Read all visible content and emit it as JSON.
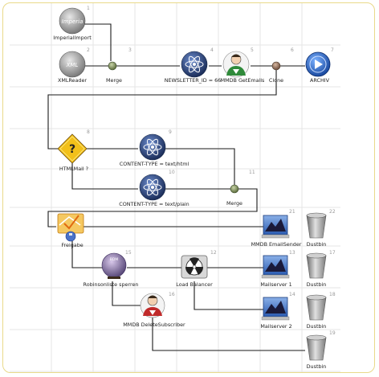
{
  "colors": {
    "frame_border": "#e9d98a",
    "grid": "#e6e6e6",
    "wire": "#1a1a1a",
    "merge_dot": "#8a9a6a",
    "atom_blue": "#3a5a9a",
    "warning_yellow": "#f2c01a",
    "mail_blue": "#3a6acb",
    "bin_gray": "#9a9a9a"
  },
  "nodes": [
    {
      "id": "imperial-import",
      "number": "1",
      "label": "ImperialImport",
      "icon": "imperia-icon",
      "text": "Imperia"
    },
    {
      "id": "xml-reader",
      "number": "2",
      "label": "XMLReader",
      "icon": "xml-icon",
      "text": "XML"
    },
    {
      "id": "merge-1",
      "number": "3",
      "label": "Merge",
      "icon": "merge-dot-icon"
    },
    {
      "id": "newsletter-filter",
      "number": "4",
      "label": "NEWSLETTER_ID = 66",
      "icon": "atom-icon"
    },
    {
      "id": "mmdb-getemails",
      "number": "5",
      "label": "MMDB GetEmails",
      "icon": "mmdb-person-icon"
    },
    {
      "id": "clone",
      "number": "6",
      "label": "Clone",
      "icon": "clone-dot-icon"
    },
    {
      "id": "archiv",
      "number": "7",
      "label": "ARCHIV",
      "icon": "archive-play-icon"
    },
    {
      "id": "html-mail",
      "number": "8",
      "label": "HTMLMail ?",
      "icon": "warning-question-icon",
      "text": "?"
    },
    {
      "id": "content-type-html",
      "number": "9",
      "label": "CONTENT-TYPE = text/html",
      "icon": "atom-icon"
    },
    {
      "id": "content-type-plain",
      "number": "10",
      "label": "CONTENT-TYPE = text/plain",
      "icon": "atom-icon"
    },
    {
      "id": "merge-2",
      "number": "11",
      "label": "Merge",
      "icon": "merge-dot-icon"
    },
    {
      "id": "freigabe",
      "number": "",
      "label": "Freigabe",
      "icon": "approval-check-icon"
    },
    {
      "id": "mmdb-emailsender",
      "number": "21",
      "label": "MMDB EmailSender",
      "icon": "mail-eagle-icon"
    },
    {
      "id": "dustbin-22",
      "number": "22",
      "label": "Dustbin",
      "icon": "dustbin-icon"
    },
    {
      "id": "robinsonliste",
      "number": "15",
      "label": "Robinsonliste sperren",
      "icon": "robinson-icon",
      "text": "BDM"
    },
    {
      "id": "load-balancer",
      "number": "12",
      "label": "Load Balancer",
      "icon": "radiation-icon"
    },
    {
      "id": "mailserver-1",
      "number": "13",
      "label": "Mailserver 1",
      "icon": "mail-eagle-icon"
    },
    {
      "id": "dustbin-17",
      "number": "17",
      "label": "Dustbin",
      "icon": "dustbin-icon"
    },
    {
      "id": "mailserver-2",
      "number": "14",
      "label": "Mailserver 2",
      "icon": "mail-eagle-icon"
    },
    {
      "id": "dustbin-18",
      "number": "18",
      "label": "Dustbin",
      "icon": "dustbin-icon"
    },
    {
      "id": "mmdb-deletesubscriber",
      "number": "16",
      "label": "MMDB DeleteSubscriber",
      "icon": "mmdb-person-icon"
    },
    {
      "id": "dustbin-19",
      "number": "19",
      "label": "Dustbin",
      "icon": "dustbin-icon"
    }
  ],
  "edges": [
    [
      "imperial-import",
      "merge-1"
    ],
    [
      "xml-reader",
      "merge-1"
    ],
    [
      "merge-1",
      "newsletter-filter"
    ],
    [
      "newsletter-filter",
      "mmdb-getemails"
    ],
    [
      "mmdb-getemails",
      "clone"
    ],
    [
      "clone",
      "archiv"
    ],
    [
      "clone",
      "html-mail"
    ],
    [
      "html-mail",
      "content-type-html"
    ],
    [
      "html-mail",
      "content-type-plain"
    ],
    [
      "content-type-html",
      "merge-2"
    ],
    [
      "content-type-plain",
      "merge-2"
    ],
    [
      "merge-2",
      "freigabe"
    ],
    [
      "freigabe",
      "mmdb-emailsender"
    ],
    [
      "freigabe",
      "robinsonliste"
    ],
    [
      "robinsonliste",
      "load-balancer"
    ],
    [
      "robinsonliste",
      "mmdb-deletesubscriber"
    ],
    [
      "load-balancer",
      "mailserver-1"
    ],
    [
      "load-balancer",
      "mailserver-2"
    ],
    [
      "mmdb-deletesubscriber",
      "dustbin-19"
    ]
  ]
}
